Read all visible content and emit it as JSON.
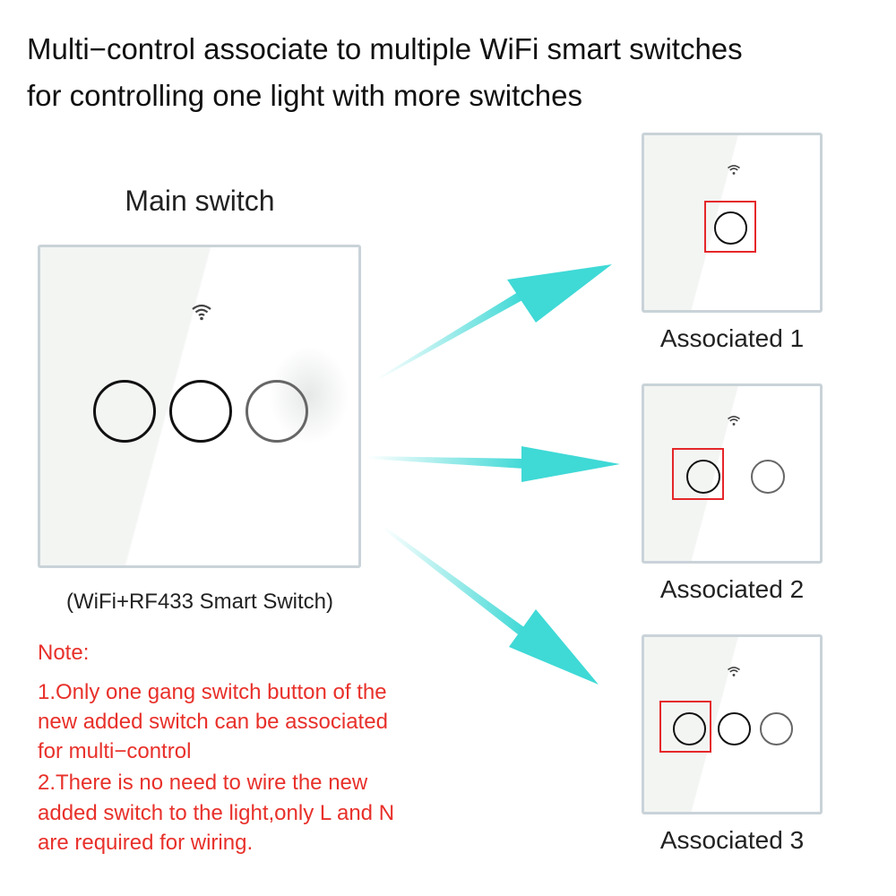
{
  "title": {
    "line1": "Multi−control associate to multiple WiFi smart switches",
    "line2": "for controlling one light with more switches"
  },
  "main_switch": {
    "heading": "Main switch",
    "caption": "(WiFi+RF433 Smart Switch)",
    "gang_count": 3
  },
  "associated": [
    {
      "label": "Associated 1",
      "gang_count": 1,
      "selected_gang": 1
    },
    {
      "label": "Associated 2",
      "gang_count": 2,
      "selected_gang": 1
    },
    {
      "label": "Associated 3",
      "gang_count": 3,
      "selected_gang": 1
    }
  ],
  "note": {
    "heading": "Note:",
    "lines": [
      "1.Only one gang switch button of the",
      "new added switch can be associated",
      "for multi−control",
      "2.There is no need to wire the new",
      "added switch to the light,only L and N",
      "are required for wiring."
    ]
  },
  "colors": {
    "accent_red": "#e8302a",
    "arrow_cyan": "#3fd9d6"
  }
}
